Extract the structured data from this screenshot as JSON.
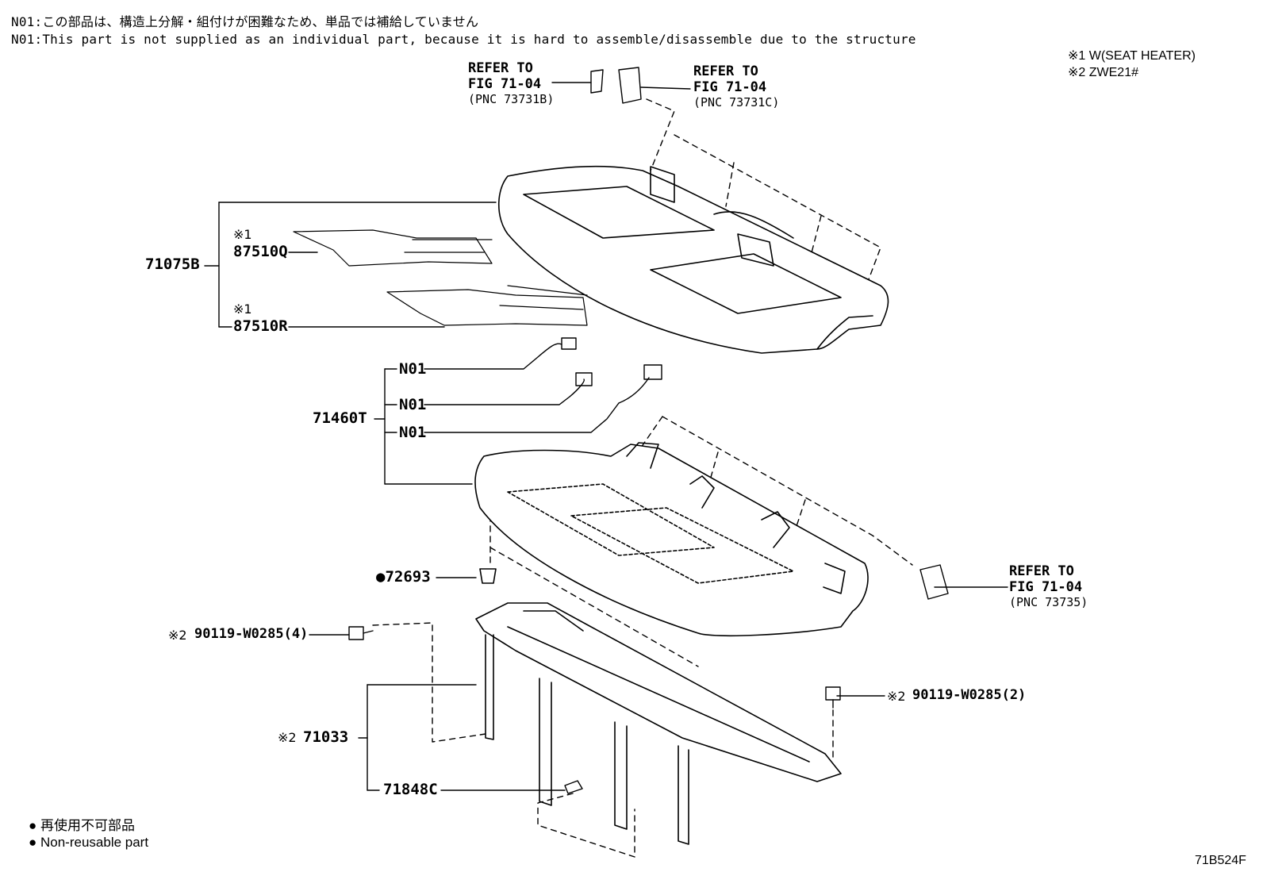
{
  "notes": {
    "n01_ja": "N01:この部品は、構造上分解・組付けが困難なため、単品では補給していません",
    "n01_en": "N01:This part is not supplied as an individual part, because it is hard to assemble/disassemble due to the structure"
  },
  "conditions": {
    "c1": "※1  W(SEAT HEATER)",
    "c2": "※2  ZWE21#"
  },
  "refs": {
    "ref_a": {
      "line1": "REFER TO",
      "line2": "FIG 71-04",
      "line3": "(PNC 73731B)"
    },
    "ref_b": {
      "line1": "REFER TO",
      "line2": "FIG 71-04",
      "line3": "(PNC 73731C)"
    },
    "ref_c": {
      "line1": "REFER TO",
      "line2": "FIG 71-04",
      "line3": "(PNC 73735)"
    }
  },
  "parts": {
    "p71075b": "71075B",
    "mark1a": "※1",
    "p87510q": "87510Q",
    "mark1b": "※1",
    "p87510r": "87510R",
    "p71460t": "71460T",
    "n01a": "N01",
    "n01b": "N01",
    "n01c": "N01",
    "p72693": "●72693",
    "mark2a": "※2",
    "p90119_4": "90119-W0285(4)",
    "mark2b": "※2",
    "p90119_2": "90119-W0285(2)",
    "mark2c": "※2",
    "p71033": "71033",
    "p71848c": "71848C"
  },
  "legend": {
    "item_ja": "● 再使用不可部品",
    "item_en": "● Non-reusable part"
  },
  "figure_id": "71B524F"
}
